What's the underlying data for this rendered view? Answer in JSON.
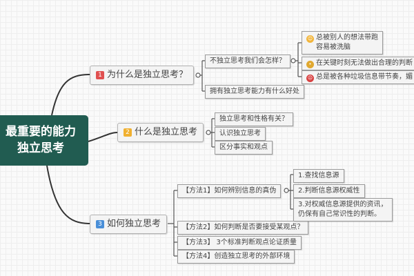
{
  "root": {
    "line1": "最重要的能力",
    "line2": "独立思考"
  },
  "colors": {
    "root": "#215c51",
    "badge1": "#e05050",
    "badge2": "#f0b030",
    "badge3": "#4a8fd8",
    "line": "#333333"
  },
  "branches": [
    {
      "badge": "1",
      "label": "为什么是独立思考？",
      "children": [
        {
          "label": "不独立思考我们会怎样？",
          "children": [
            {
              "icon": "smiley-icon",
              "line1": "总被别人的想法带跑",
              "line2": "容易被洗脑"
            },
            {
              "icon": "neutral-face-icon",
              "label": "在关键时刻无法做出合理的判断"
            },
            {
              "icon": "sad-face-icon",
              "label": "总是被各种垃圾信息带节奏，媚"
            }
          ]
        },
        {
          "label": "拥有独立思考能力有什么好处"
        }
      ]
    },
    {
      "badge": "2",
      "label": "什么是独立思考",
      "children": [
        {
          "label": "独立思考和性格有关？"
        },
        {
          "label": "认识独立思考"
        },
        {
          "label": "区分事实和观点"
        }
      ]
    },
    {
      "badge": "3",
      "label": "如何独立思考",
      "children": [
        {
          "label": "【方法1】如何辨别信息的真伪",
          "children": [
            {
              "label": "1.查找信息源"
            },
            {
              "label": "2.判断信息源权威性"
            },
            {
              "line1": "3.对权威信息源提供的资讯，",
              "line2": "仍保有自己常识性的判断。"
            }
          ]
        },
        {
          "label": "【方法2】如何判断是否要接受某观点？"
        },
        {
          "label": "【方法3】 3个标准判断观点论证质量"
        },
        {
          "label": "【方法4】创造独立思考的外部环境"
        }
      ]
    }
  ]
}
